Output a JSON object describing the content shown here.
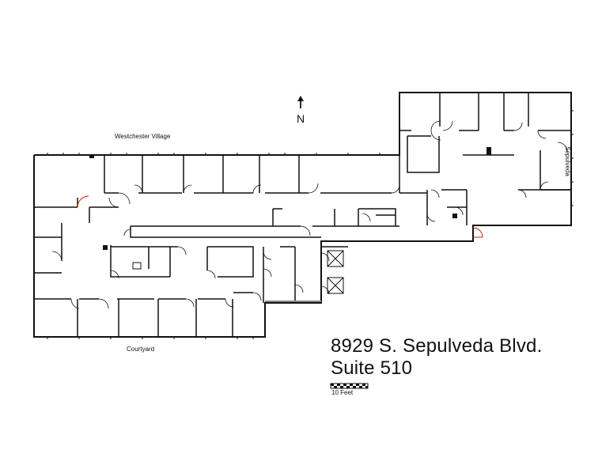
{
  "labels": {
    "north": "N",
    "westchester": "Westchester Village",
    "sepulveda": "Sepulveda",
    "courtyard": "Courtyard",
    "address_line1": "8929 S. Sepulveda Blvd.",
    "address_line2": "Suite 510",
    "scale": "10 Feet"
  },
  "colors": {
    "wall": "#111111",
    "door_highlight": "#cc2200",
    "window_gray": "#888888"
  },
  "icons": [
    "north-arrow-icon",
    "elevator-icon",
    "scale-bar-icon"
  ]
}
